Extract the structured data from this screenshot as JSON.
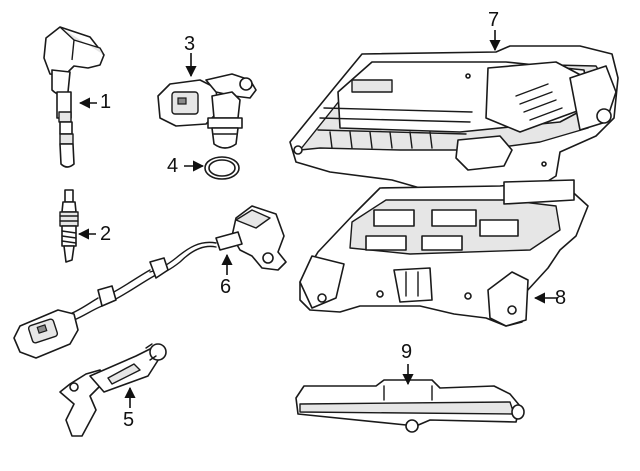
{
  "callouts": [
    {
      "id": "1",
      "label": "1"
    },
    {
      "id": "2",
      "label": "2"
    },
    {
      "id": "3",
      "label": "3"
    },
    {
      "id": "4",
      "label": "4"
    },
    {
      "id": "5",
      "label": "5"
    },
    {
      "id": "6",
      "label": "6"
    },
    {
      "id": "7",
      "label": "7"
    },
    {
      "id": "8",
      "label": "8"
    },
    {
      "id": "9",
      "label": "9"
    }
  ],
  "colors": {
    "line": "#1a1a1a",
    "fill": "#ffffff",
    "shade": "#e6e6e6",
    "dark": "#8a8a8a"
  }
}
